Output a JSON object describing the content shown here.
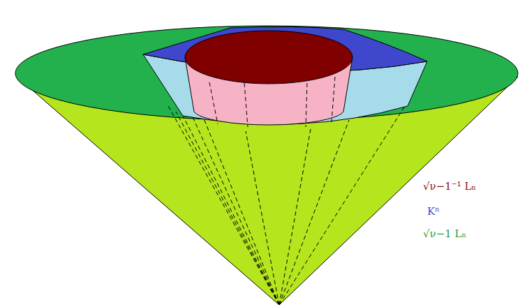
{
  "diagram": {
    "labels": [
      "√ν−1⁻¹ Lₙ",
      "Kⁿ",
      "√ν−1 Lₙ"
    ]
  }
}
